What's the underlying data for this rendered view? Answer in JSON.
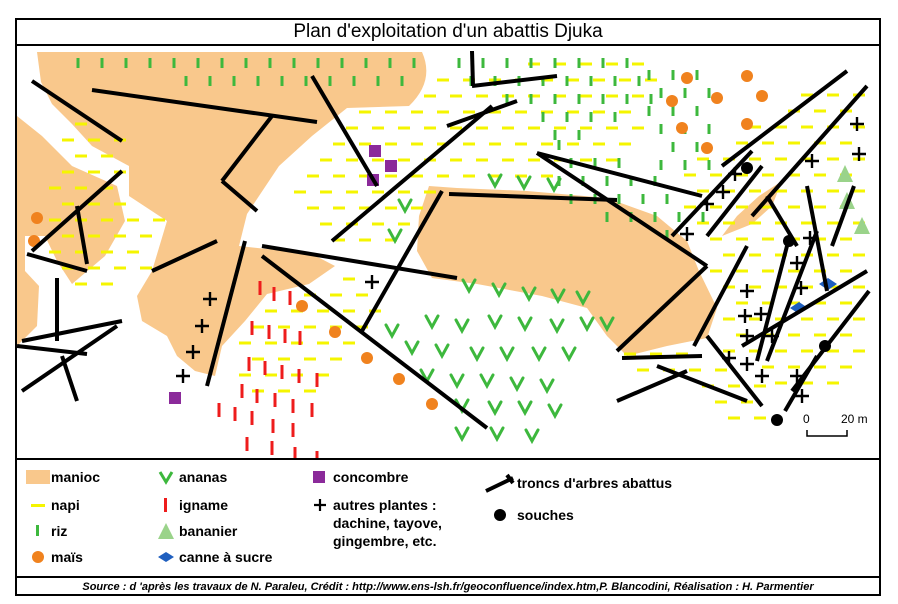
{
  "title": "Plan d'exploitation d'un abattis Djuka",
  "scale": {
    "start": "0",
    "end": "20 m"
  },
  "colors": {
    "manioc": "#f9c88c",
    "napi": "#f5f500",
    "riz": "#3db83d",
    "mais": "#f0821e",
    "ananas": "#3db83d",
    "igname": "#ee1c1c",
    "bananier": "#9ad38a",
    "canne_a_sucre": "#1f5fbf",
    "concombre": "#8b2a9a",
    "autres_plantes": "#000000",
    "troncs": "#000000",
    "souches": "#000000"
  },
  "legend": [
    {
      "key": "manioc",
      "label": "manioc",
      "icon": "orange-area-swatch"
    },
    {
      "key": "napi",
      "label": "napi",
      "icon": "yellow-dash"
    },
    {
      "key": "riz",
      "label": "riz",
      "icon": "green-tick"
    },
    {
      "key": "mais",
      "label": "maïs",
      "icon": "orange-dot"
    },
    {
      "key": "ananas",
      "label": "ananas",
      "icon": "green-v"
    },
    {
      "key": "igname",
      "label": "igname",
      "icon": "red-bar"
    },
    {
      "key": "bananier",
      "label": "bananier",
      "icon": "green-triangle"
    },
    {
      "key": "canne_a_sucre",
      "label": "canne à sucre",
      "icon": "blue-diamond"
    },
    {
      "key": "concombre",
      "label": "concombre",
      "icon": "purple-square"
    },
    {
      "key": "autres_plantes",
      "label": "autres plantes :\ndachine, tayove,\ngingembre, etc.",
      "icon": "black-plus"
    },
    {
      "key": "troncs",
      "label": "troncs d'arbres abattus",
      "icon": "black-trunk"
    },
    {
      "key": "souches",
      "label": "souches",
      "icon": "black-dot"
    }
  ],
  "source": "Source : d 'après les travaux de N. Paraleu, Crédit : http://www.ens-lsh.fr/geoconfluence/index.htm,P. Blancodini, Réalisation : H. Parmentier"
}
